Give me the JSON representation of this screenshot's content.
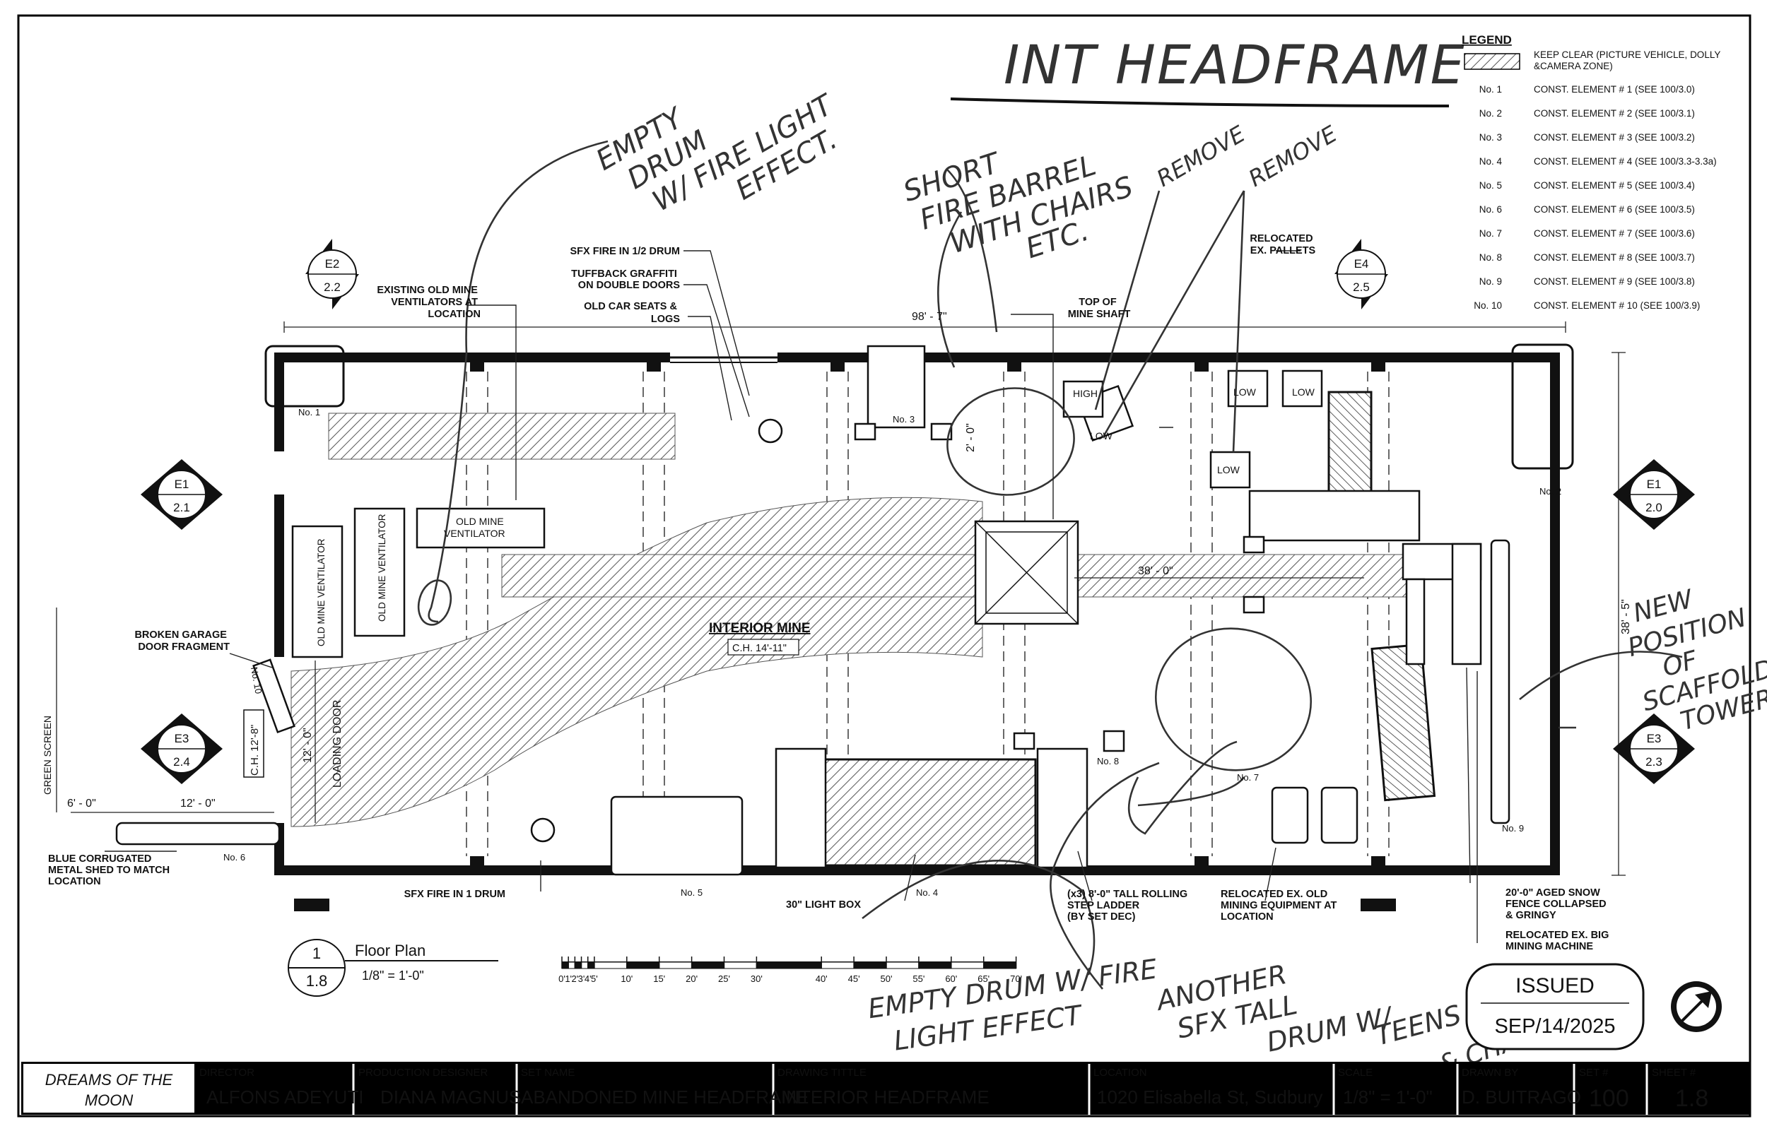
{
  "sheet_title": "INT HEADFRAME",
  "legend": {
    "heading": "LEGEND",
    "keep_clear": "KEEP CLEAR (PICTURE VEHICLE, DOLLY &CAMERA ZONE)",
    "items": [
      {
        "no": "No. 1",
        "desc": "CONST. ELEMENT # 1 (SEE 100/3.0)"
      },
      {
        "no": "No. 2",
        "desc": "CONST. ELEMENT # 2 (SEE 100/3.1)"
      },
      {
        "no": "No. 3",
        "desc": "CONST. ELEMENT # 3 (SEE 100/3.2)"
      },
      {
        "no": "No. 4",
        "desc": "CONST. ELEMENT # 4 (SEE 100/3.3-3.3a)"
      },
      {
        "no": "No. 5",
        "desc": "CONST. ELEMENT # 5 (SEE 100/3.4)"
      },
      {
        "no": "No. 6",
        "desc": "CONST. ELEMENT # 6 (SEE 100/3.5)"
      },
      {
        "no": "No. 7",
        "desc": "CONST. ELEMENT # 7 (SEE 100/3.6)"
      },
      {
        "no": "No. 8",
        "desc": "CONST. ELEMENT # 8 (SEE 100/3.7)"
      },
      {
        "no": "No. 9",
        "desc": "CONST. ELEMENT # 9 (SEE 100/3.8)"
      },
      {
        "no": "No. 10",
        "desc": "CONST. ELEMENT # 10 (SEE 100/3.9)"
      }
    ]
  },
  "elevations": {
    "e2": {
      "id": "E2",
      "sheet": "2.2"
    },
    "e4": {
      "id": "E4",
      "sheet": "2.5"
    },
    "e1_left": {
      "id": "E1",
      "sheet": "2.1"
    },
    "e1_right": {
      "id": "E1",
      "sheet": "2.0"
    },
    "e3_left": {
      "id": "E3",
      "sheet": "2.4"
    },
    "e3_right": {
      "id": "E3",
      "sheet": "2.3"
    }
  },
  "dims": {
    "overall_width": "98' - 7\"",
    "overall_depth": "38' - 5\"",
    "inner_38": "38' - 0\"",
    "six_ft": "6' - 0\"",
    "twelve_ft": "12' - 0\"",
    "door_12": "12' - 0\"",
    "two_ft": "2' - 0\"",
    "ch_door": "C.H. 12'-8\""
  },
  "labels": {
    "no1": "No. 1",
    "no2": "No. 2",
    "no3": "No. 3",
    "no4": "No. 4",
    "no5": "No. 5",
    "no6": "No. 6",
    "no7": "No. 7",
    "no8": "No. 8",
    "no9": "No. 9",
    "no10": "No. 10",
    "old_vent_1": "OLD MINE VENTILATOR",
    "old_vent_2": "OLD MINE VENTILATOR",
    "old_vent_3": "OLD MINE",
    "old_vent_3b": "VENTILATOR",
    "interior_mine": "INTERIOR MINE",
    "interior_ch": "C.H. 14'-11\"",
    "loading_door": "LOADING DOOR",
    "green_screen": "GREEN SCREEN",
    "high": "HIGH",
    "low": "LOW"
  },
  "notes": {
    "existing_vent_1": "EXISTING OLD MINE",
    "existing_vent_2": "VENTILATORS AT",
    "existing_vent_3": "LOCATION",
    "sfx_half_drum": "SFX FIRE IN 1/2 DRUM",
    "tuffback_1": "TUFFBACK GRAFFITI",
    "tuffback_2": "ON DOUBLE DOORS",
    "car_seats_1": "OLD CAR SEATS &",
    "car_seats_2": "LOGS",
    "top_shaft_1": "TOP OF",
    "top_shaft_2": "MINE SHAFT",
    "pallets_1": "RELOCATED",
    "pallets_2": "EX. PALLETS",
    "broken_1": "BROKEN GARAGE",
    "broken_2": "DOOR FRAGMENT",
    "blue_shed_1": "BLUE CORRUGATED",
    "blue_shed_2": "METAL SHED TO MATCH",
    "blue_shed_3": "LOCATION",
    "sfx_one_drum": "SFX FIRE IN 1 DRUM",
    "light_box": "30\" LIGHT BOX",
    "ladder_1": "(x3) 8'-0\" TALL ROLLING",
    "ladder_2": "STEP LADDER",
    "ladder_3": "(BY SET DEC)",
    "mining_eq_1": "RELOCATED EX. OLD",
    "mining_eq_2": "MINING EQUIPMENT AT",
    "mining_eq_3": "LOCATION",
    "snow_1": "20'-0\" AGED SNOW",
    "snow_2": "FENCE COLLAPSED",
    "snow_3": "& GRINGY",
    "big_mach_1": "RELOCATED EX. BIG",
    "big_mach_2": "MINING MACHINE"
  },
  "handwritten": {
    "empty_drum_top_1": "EMPTY",
    "empty_drum_top_2": "DRUM",
    "empty_drum_top_3": "W/ FIRE LIGHT",
    "empty_drum_top_4": "EFFECT.",
    "short_fire_1": "SHORT",
    "short_fire_2": "FIRE BARREL",
    "short_fire_3": "WITH CHAIRS",
    "short_fire_4": "ETC.",
    "remove_1": "REMOVE",
    "remove_2": "REMOVE",
    "new_pos_1": "NEW",
    "new_pos_2": "POSITION",
    "new_pos_3": "OF",
    "new_pos_4": "SCAFFOLDING",
    "new_pos_5": "TOWER",
    "bottom_1": "EMPTY DRUM W/ FIRE",
    "bottom_2": "LIGHT EFFECT",
    "bottom_3": "ANOTHER",
    "bottom_4": "SFX TALL",
    "bottom_5": "DRUM W/",
    "bottom_6": "TEENS",
    "bottom_7": "& CHAIRS."
  },
  "drawing_ref": {
    "number": "1",
    "sheet": "1.8",
    "title": "Floor Plan",
    "scale": "1/8\" = 1'-0\""
  },
  "scale_bar": [
    "0'",
    "1'",
    "2'",
    "3'",
    "4'",
    "5'",
    "10'",
    "15'",
    "20'",
    "25'",
    "30'",
    "40'",
    "45'",
    "50'",
    "55'",
    "60'",
    "65'",
    "70'"
  ],
  "stamp": {
    "line1": "ISSUED",
    "line2": "SEP/14/2025"
  },
  "title_block": {
    "project": "DREAMS OF THE MOON",
    "director_label": "DIRECTOR",
    "director": "ALFONS ADEYUTI",
    "pd_label": "PRODUCTION DESIGNER",
    "pd": "DIANA MAGNUS",
    "set_label": "SET NAME",
    "set": "ABANDONED MINE HEADFRAME",
    "drawing_label": "DRAWING TITTLE",
    "drawing": "INTERIOR HEADFRAME",
    "location_label": "LOCATION",
    "location": "1020 Elisabella St, Sudbury",
    "scale_label": "SCALE",
    "scale": "1/8\" = 1'-0\"",
    "drawn_label": "DRAWN BY",
    "drawn": "D. BUITRAGO",
    "setno_label": "SET #",
    "setno": "100",
    "sheetno_label": "SHEET #",
    "sheetno": "1.8"
  }
}
